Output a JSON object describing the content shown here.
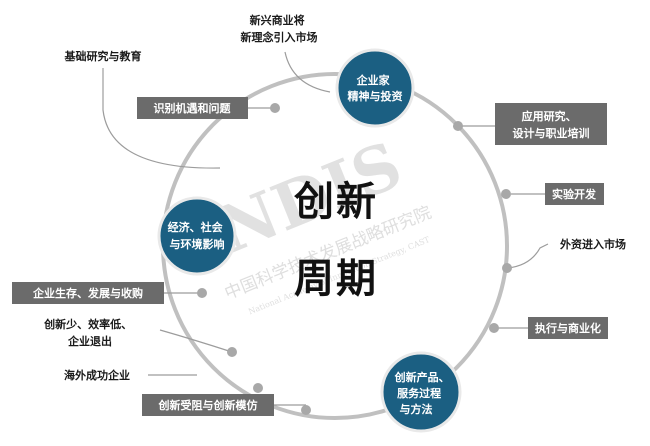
{
  "center": {
    "line1": "创新",
    "line2": "周期"
  },
  "nodes": {
    "entrepreneur": [
      "企业家",
      "精神与投资"
    ],
    "econ": [
      "经济、社会",
      "与环境影响"
    ],
    "product": [
      "创新产品、",
      "服务过程",
      "与方法"
    ]
  },
  "boxes": {
    "identify": "识别机遇和问题",
    "applied": [
      "应用研究、",
      "设计与职业培训"
    ],
    "experiment": "实验开发",
    "execute": "执行与商业化",
    "enterprise": "企业生存、发展与收购",
    "obstacle": "创新受阻与创新模仿"
  },
  "plain": {
    "basic_research": "基础研究与教育",
    "new_business": [
      "新兴商业将",
      "新理念引入市场"
    ],
    "foreign_capital": "外资进入市场",
    "low_innovation": [
      "创新少、效率低、",
      "企业退出"
    ],
    "overseas": "海外成功企业"
  },
  "watermark": {
    "big": "NDIS",
    "cn": "中国科学技术发展战略研究院",
    "en": "National Academy of Innovation Strategy, CAST"
  },
  "colors": {
    "node": "#1b5f82",
    "box": "#6b6b6b",
    "circle": "#c0c0c0",
    "connector": "#9c9c9c"
  }
}
